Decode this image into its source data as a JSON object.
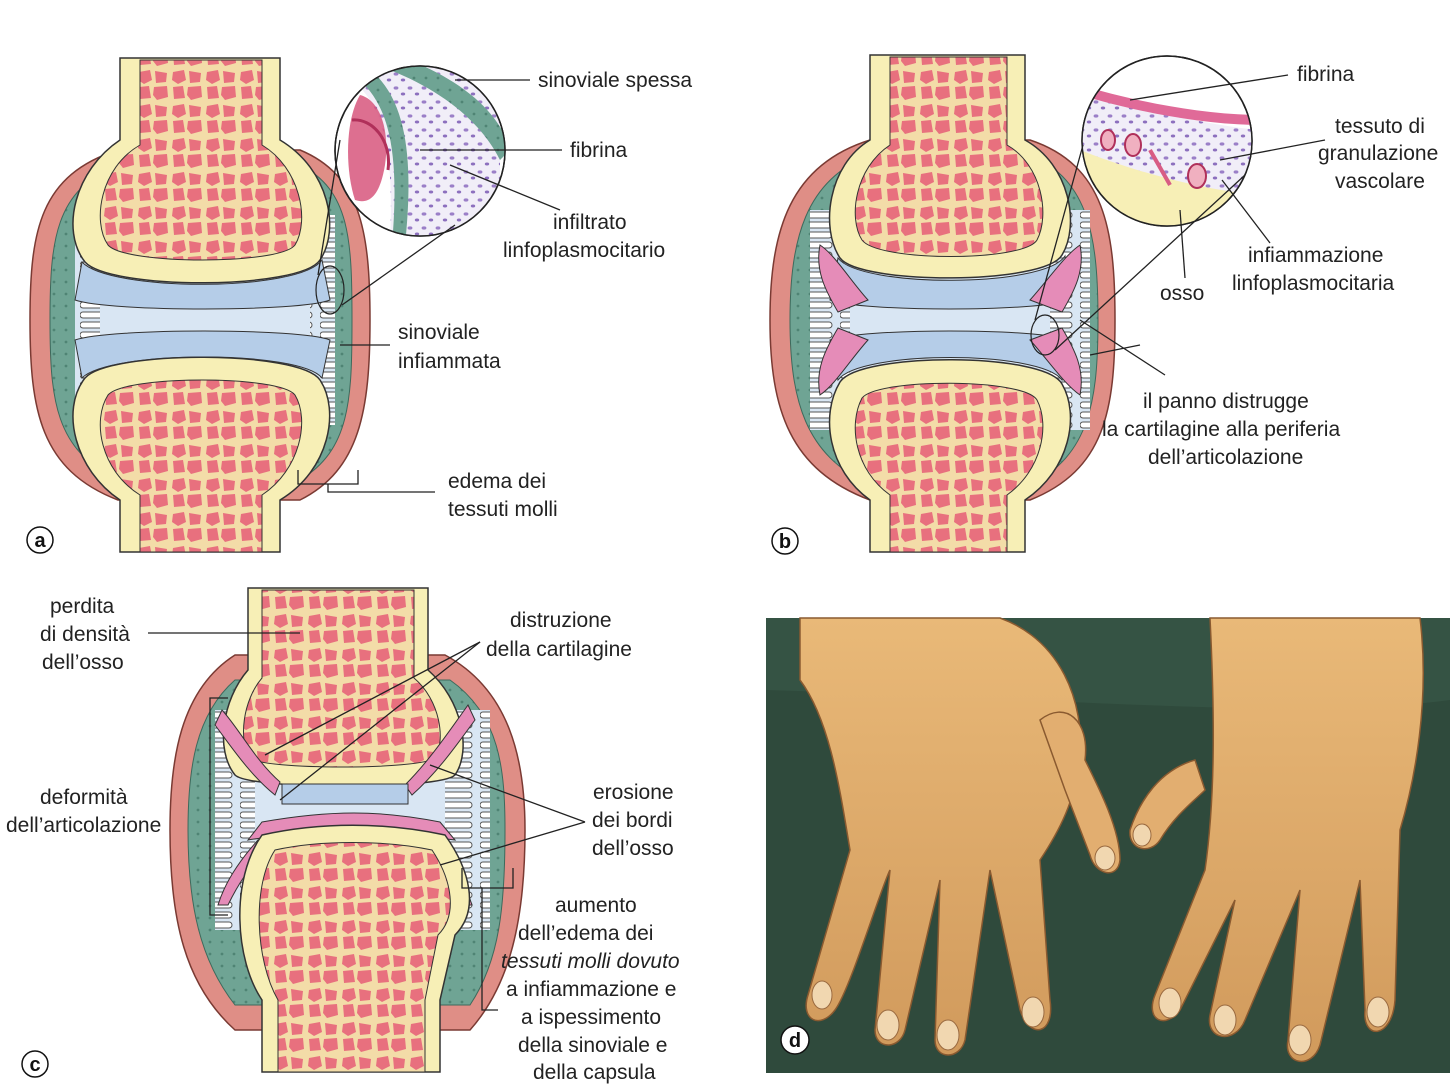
{
  "panels": {
    "a": {
      "letter": "a",
      "labels": {
        "sinoviale_spessa": "sinoviale spessa",
        "fibrina": "fibrina",
        "infiltrato_1": "infiltrato",
        "infiltrato_2": "linfoplasmocitario",
        "sinoviale_1": "sinoviale",
        "sinoviale_2": "infiammata",
        "edema_1": "edema dei",
        "edema_2": "tessuti molli"
      }
    },
    "b": {
      "letter": "b",
      "labels": {
        "fibrina": "fibrina",
        "tessuto_1": "tessuto di",
        "tessuto_2": "granulazione",
        "tessuto_3": "vascolare",
        "infiammazione_1": "infiammazione",
        "infiammazione_2": "linfoplasmocitaria",
        "osso": "osso",
        "panno_1": "il panno distrugge",
        "panno_2": "la cartilagine alla periferia",
        "panno_3": "dell’articolazione"
      }
    },
    "c": {
      "letter": "c",
      "labels": {
        "perdita_1": "perdita",
        "perdita_2": "di densità",
        "perdita_3": "dell’osso",
        "distruzione_1": "distruzione",
        "distruzione_2": "della cartilagine",
        "deformita_1": "deformità",
        "deformita_2": "dell’articolazione",
        "erosione_1": "erosione",
        "erosione_2": "dei bordi",
        "erosione_3": "dell’osso",
        "aumento_1": "aumento",
        "aumento_2": "dell’edema dei",
        "aumento_3": "tessuti molli dovuto",
        "aumento_4": "a infiammazione e",
        "aumento_5": "a ispessimento",
        "aumento_6": "della sinoviale e",
        "aumento_7": "della capsula"
      }
    },
    "d": {
      "letter": "d"
    }
  },
  "colors": {
    "bone_outer": "#f7efb6",
    "bone_cell": "#e8707e",
    "bone_mesh": "#f3dca8",
    "capsule": "#df8e86",
    "synovium": "#6fa494",
    "joint_fluid": "#d9e6f3",
    "cartilage": "#b5cde8",
    "pannus": "#e58cb8",
    "photo_bg": "#2f4a3c",
    "skin": "#e0a868"
  }
}
